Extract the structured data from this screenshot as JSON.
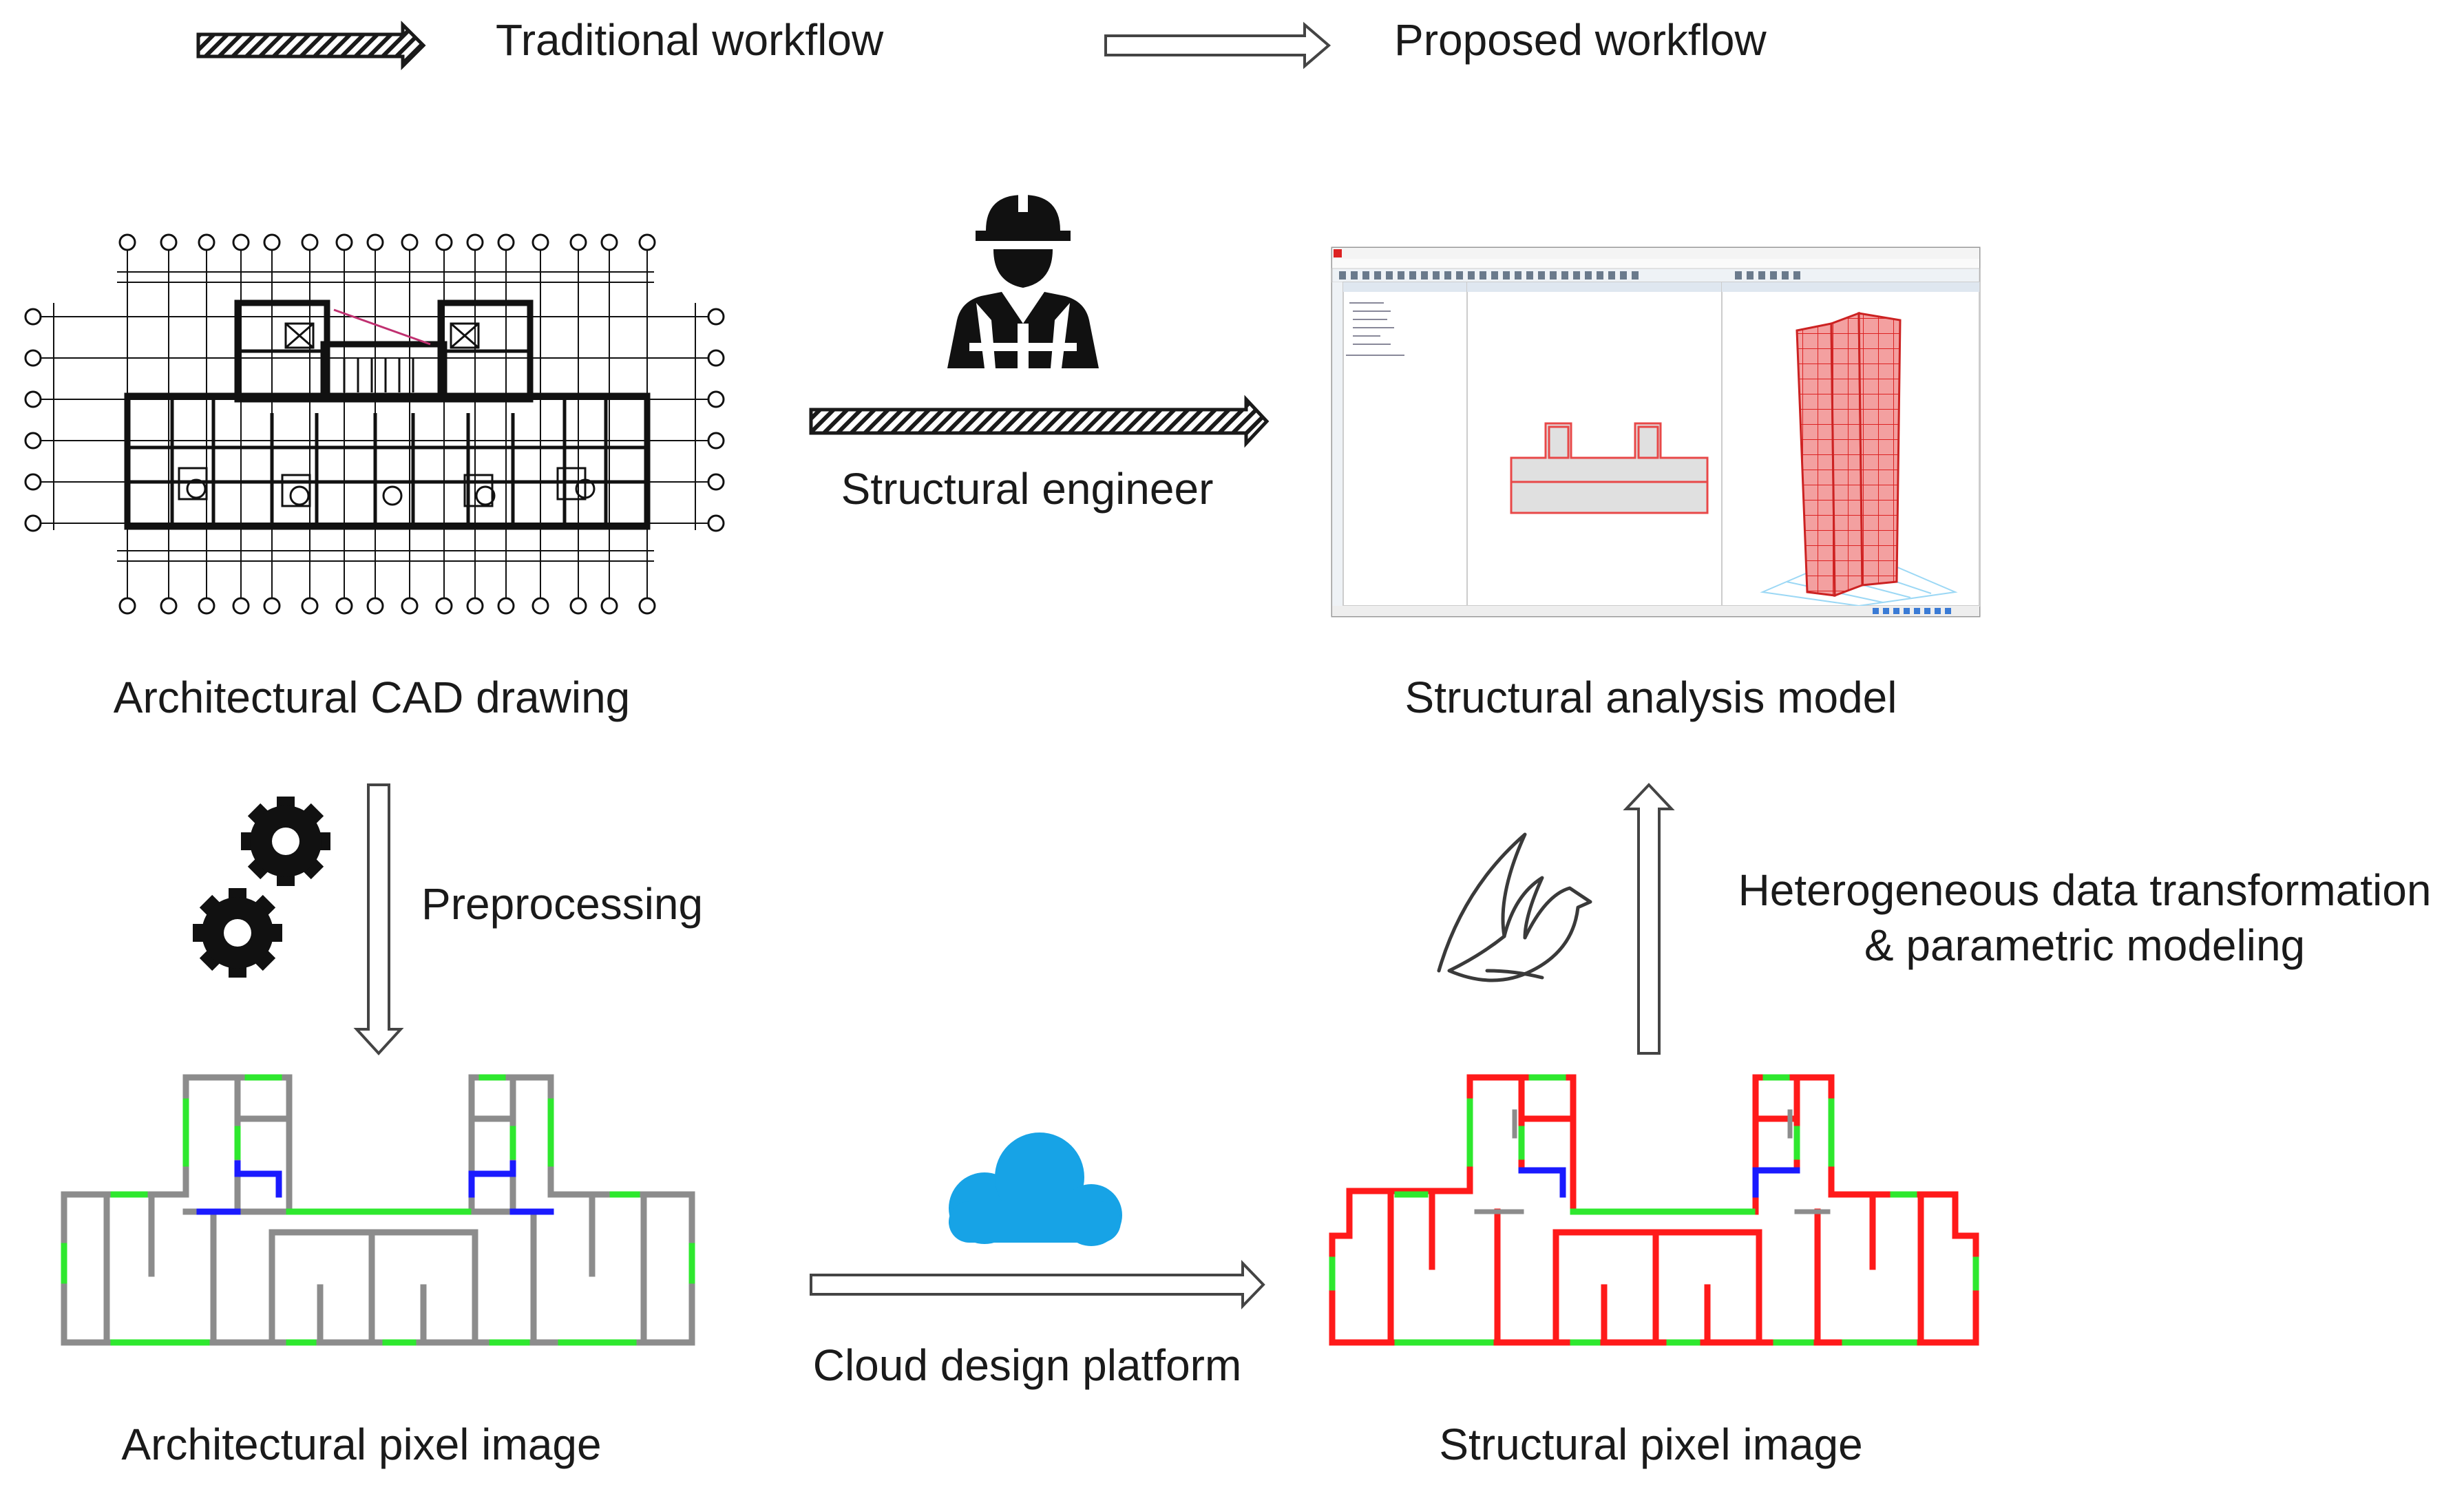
{
  "legend": {
    "traditional": "Traditional workflow",
    "proposed": "Proposed workflow"
  },
  "nodes": {
    "cad_drawing": "Architectural CAD drawing",
    "analysis_model": "Structural analysis model",
    "arch_pixel": "Architectural pixel image",
    "struct_pixel": "Structural pixel image"
  },
  "edges": {
    "structural_engineer": "Structural engineer",
    "preprocessing": "Preprocessing",
    "cloud_platform": "Cloud design platform",
    "transform_line1": "Heterogeneous data transformation",
    "transform_line2": "& parametric modeling"
  },
  "icons": [
    "hatched-arrow-icon",
    "hollow-arrow-icon",
    "engineer-icon",
    "gears-icon",
    "cloud-icon",
    "bird-icon"
  ],
  "colors": {
    "wall_gray": "#8c8c8c",
    "opening_green": "#2ee82e",
    "opening_blue": "#1a1aff",
    "struct_red": "#ff1a1a",
    "cloud_blue": "#17a3e6",
    "model_red": "#e84848"
  }
}
